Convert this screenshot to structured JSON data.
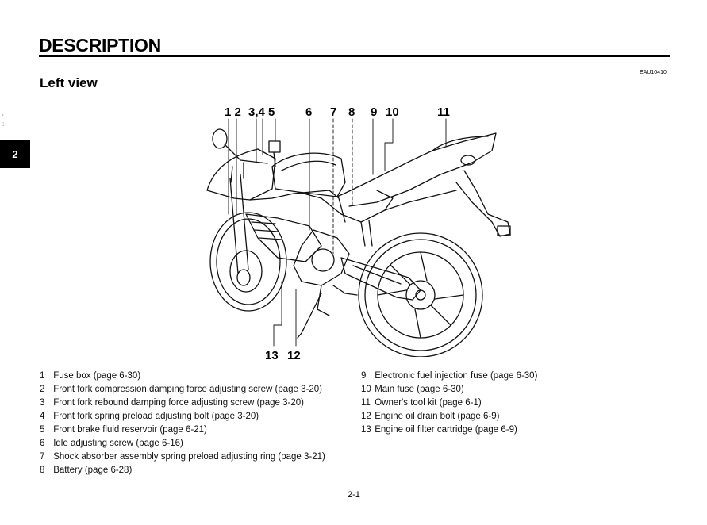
{
  "header": {
    "title": "DESCRIPTION",
    "code": "EAU10410"
  },
  "section": {
    "title": "Left view"
  },
  "chapter_tab": "2",
  "figure": {
    "callouts_top": [
      "1 2",
      "3,4 5",
      "6",
      "7",
      "8",
      "9",
      "10",
      "11"
    ],
    "callouts_bottom": [
      "13",
      "12"
    ]
  },
  "legend": {
    "left": [
      {
        "num": "1",
        "text": "Fuse box (page 6-30)"
      },
      {
        "num": "2",
        "text": "Front fork compression damping force adjusting screw (page 3-20)"
      },
      {
        "num": "3",
        "text": "Front fork rebound damping force adjusting screw (page 3-20)"
      },
      {
        "num": "4",
        "text": "Front fork spring preload adjusting bolt (page 3-20)"
      },
      {
        "num": "5",
        "text": "Front brake fluid reservoir (page 6-21)"
      },
      {
        "num": "6",
        "text": "Idle adjusting screw (page 6-16)"
      },
      {
        "num": "7",
        "text": "Shock absorber assembly spring preload adjusting ring (page 3-21)"
      },
      {
        "num": "8",
        "text": "Battery (page 6-28)"
      }
    ],
    "right": [
      {
        "num": "9",
        "text": "Electronic fuel injection fuse (page 6-30)"
      },
      {
        "num": "10",
        "text": "Main fuse (page 6-30)"
      },
      {
        "num": "11",
        "text": "Owner's tool kit (page 6-1)"
      },
      {
        "num": "12",
        "text": "Engine oil drain bolt (page 6-9)"
      },
      {
        "num": "13",
        "text": "Engine oil filter cartridge (page 6-9)"
      }
    ]
  },
  "footer": {
    "page": "2-1"
  }
}
